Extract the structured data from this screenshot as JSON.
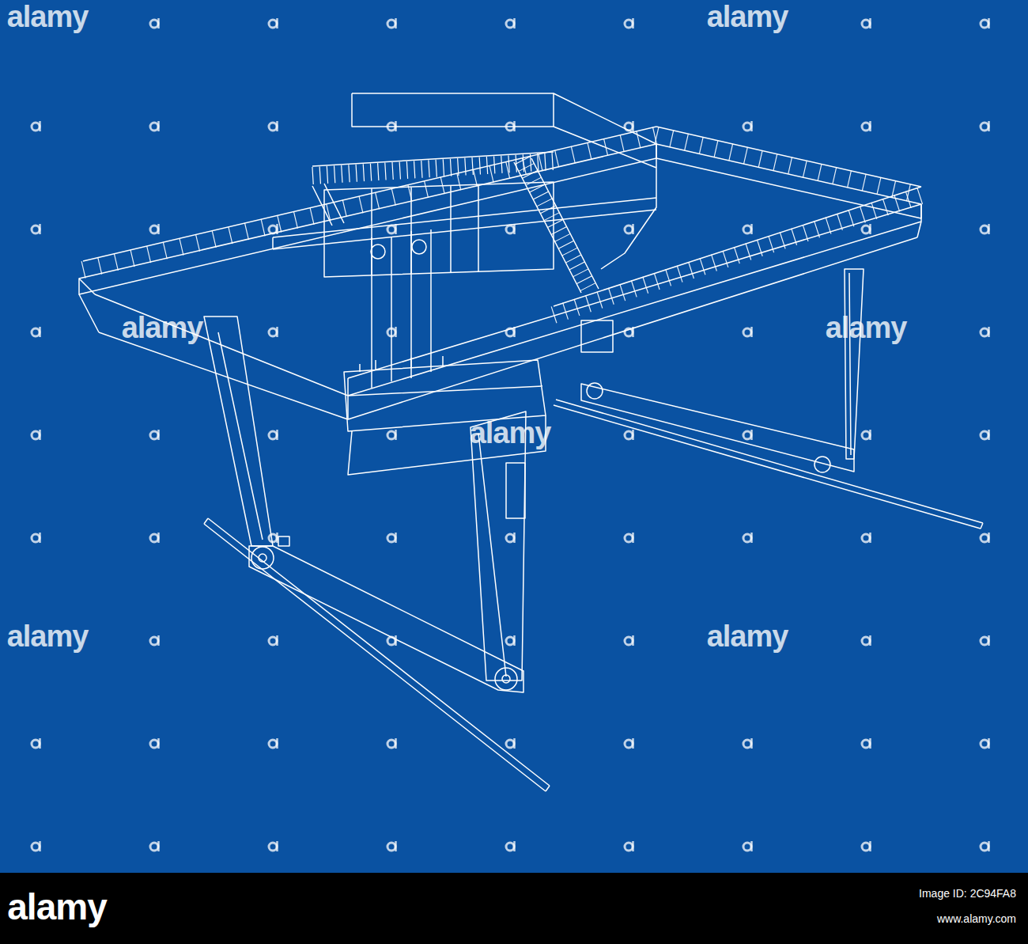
{
  "diagram": {
    "labels": [
      "alamy",
      "alamy",
      "alamy",
      "alamy",
      "alamy",
      "alamy",
      "alamy",
      "alamy",
      "Image ID: 2C94FA8",
      "www.alamy.com"
    ]
  }
}
